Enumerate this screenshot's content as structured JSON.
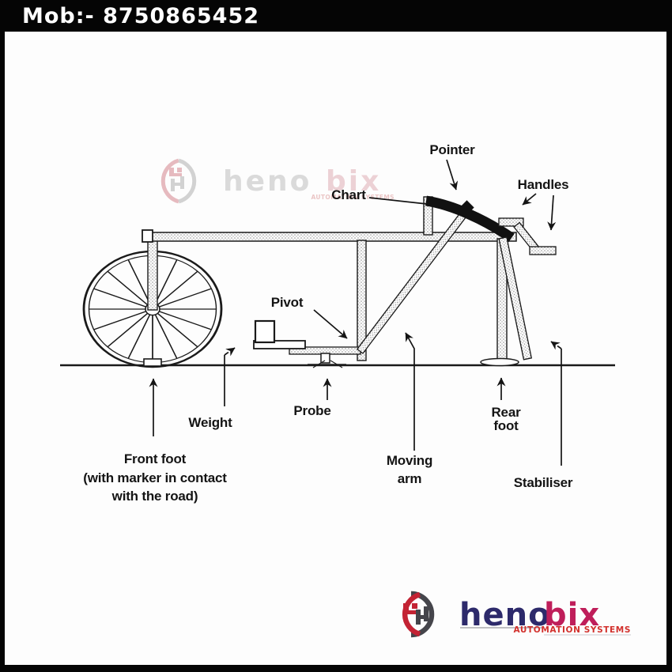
{
  "header": {
    "mobile_label": "Mob:- 8750865452"
  },
  "brand": {
    "name_part1": "heno",
    "name_part2": "bix",
    "tagline": "AUTOMATION SYSTEMS"
  },
  "diagram": {
    "labels": {
      "pointer": "Pointer",
      "handles": "Handles",
      "chart": "Chart",
      "pivot": "Pivot",
      "weight": "Weight",
      "probe": "Probe",
      "front_foot_line1": "Front foot",
      "front_foot_line2": "(with marker in contact",
      "front_foot_line3": "with the road)",
      "moving_arm_line1": "Moving",
      "moving_arm_line2": "arm",
      "rear_foot_line1": "Rear",
      "rear_foot_line2": "foot",
      "stabiliser": "Stabiliser"
    }
  },
  "colors": {
    "ink": "#141414",
    "logo_red": "#c32334",
    "logo_gray": "#45454b",
    "brand_navy": "#2d2a6b",
    "brand_crimson": "#bf1e5a",
    "tagline_red": "#d2312d"
  }
}
